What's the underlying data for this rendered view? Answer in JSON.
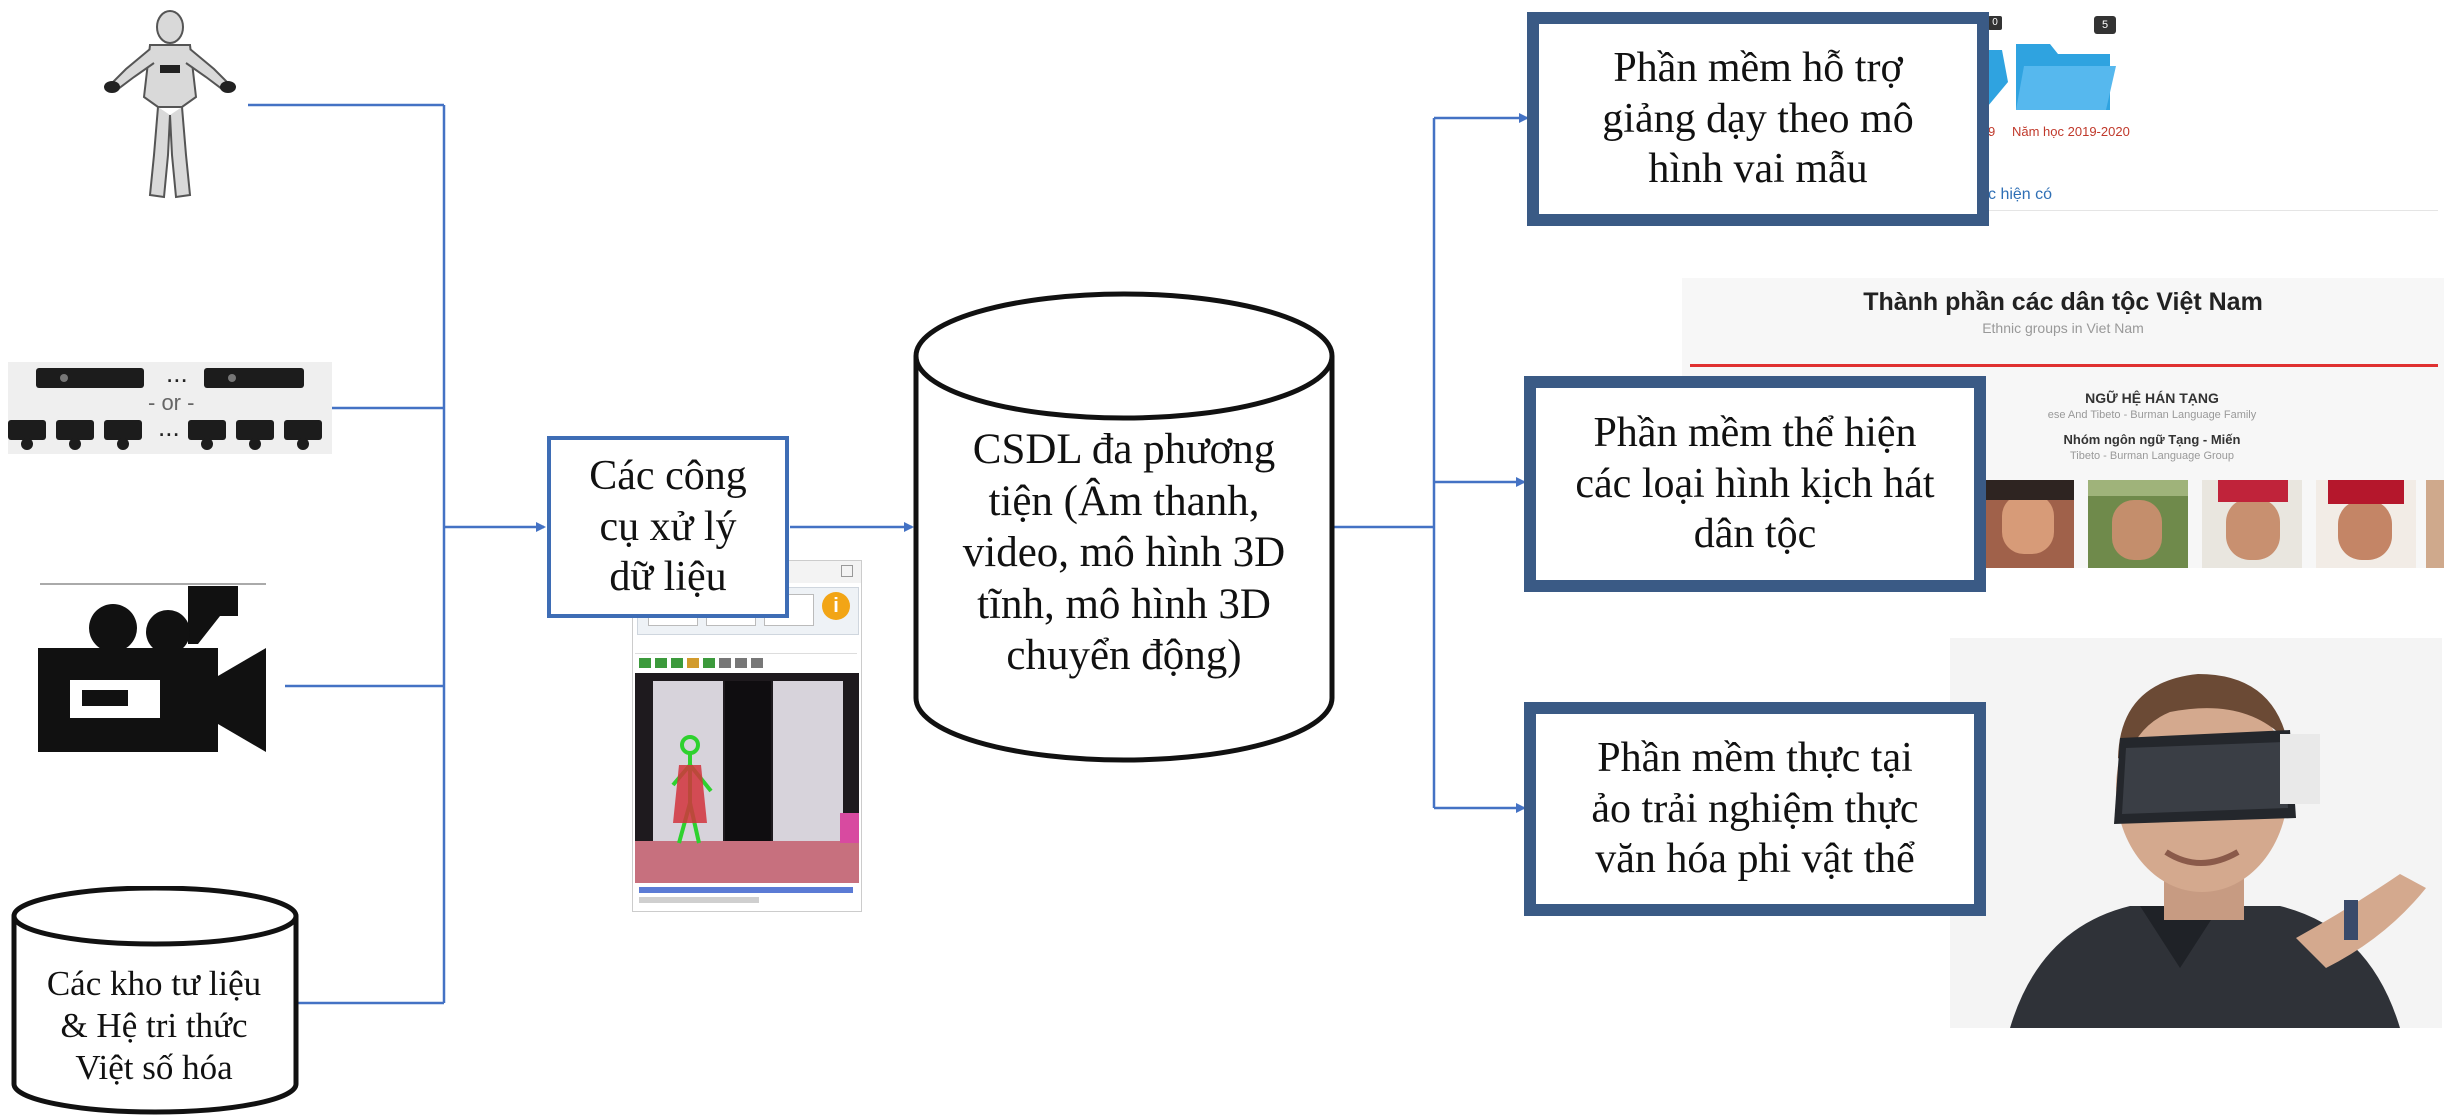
{
  "nodes": {
    "tools": "Các công\ncụ xử lý\ndữ liệu",
    "database": "CSDL đa phương\ntiện (Âm thanh,\nvideo, mô hình 3D\ntĩnh, mô hình 3D\nchuyển động)",
    "archives": "Các kho tư liệu\n& Hệ tri thức\nViệt số hóa",
    "software_role_model": "Phần mềm hỗ trợ\ngiảng dạy theo mô\nhình vai mẫu",
    "software_theatre": "Phần mềm thể hiện\ncác loại hình kịch hát\ndân tộc",
    "software_vr": "Phần mềm thực tại\nảo trải nghiệm thực\nvăn hóa phi vật thể"
  },
  "sensor_graphic": {
    "or_label": "- or -",
    "ellipsis": "..."
  },
  "screenshot_folders": {
    "badge_left": "0",
    "badge_right": "5",
    "label_left": "9",
    "label_right": "Năm học 2019-2020",
    "footer_link": "c hiện có"
  },
  "screenshot_ethnic": {
    "title": "Thành phần các dân tộc Việt Nam",
    "subtitle": "Ethnic groups in Viet Nam",
    "family_title": "NGỮ HỆ HÁN TẠNG",
    "family_subtitle": "ese And Tibeto - Burman Language Family",
    "group_title": "Nhóm ngôn ngữ Tạng - Miến",
    "group_subtitle": "Tibeto - Burman Language Group"
  },
  "screenshot_mocap": {
    "info_glyph": "i"
  },
  "colors": {
    "connector": "#4472c4",
    "thin_border": "#3e6db5",
    "thick_border": "#3a5a85",
    "folder": "#2fa3e0",
    "red_rule": "#e03131"
  }
}
